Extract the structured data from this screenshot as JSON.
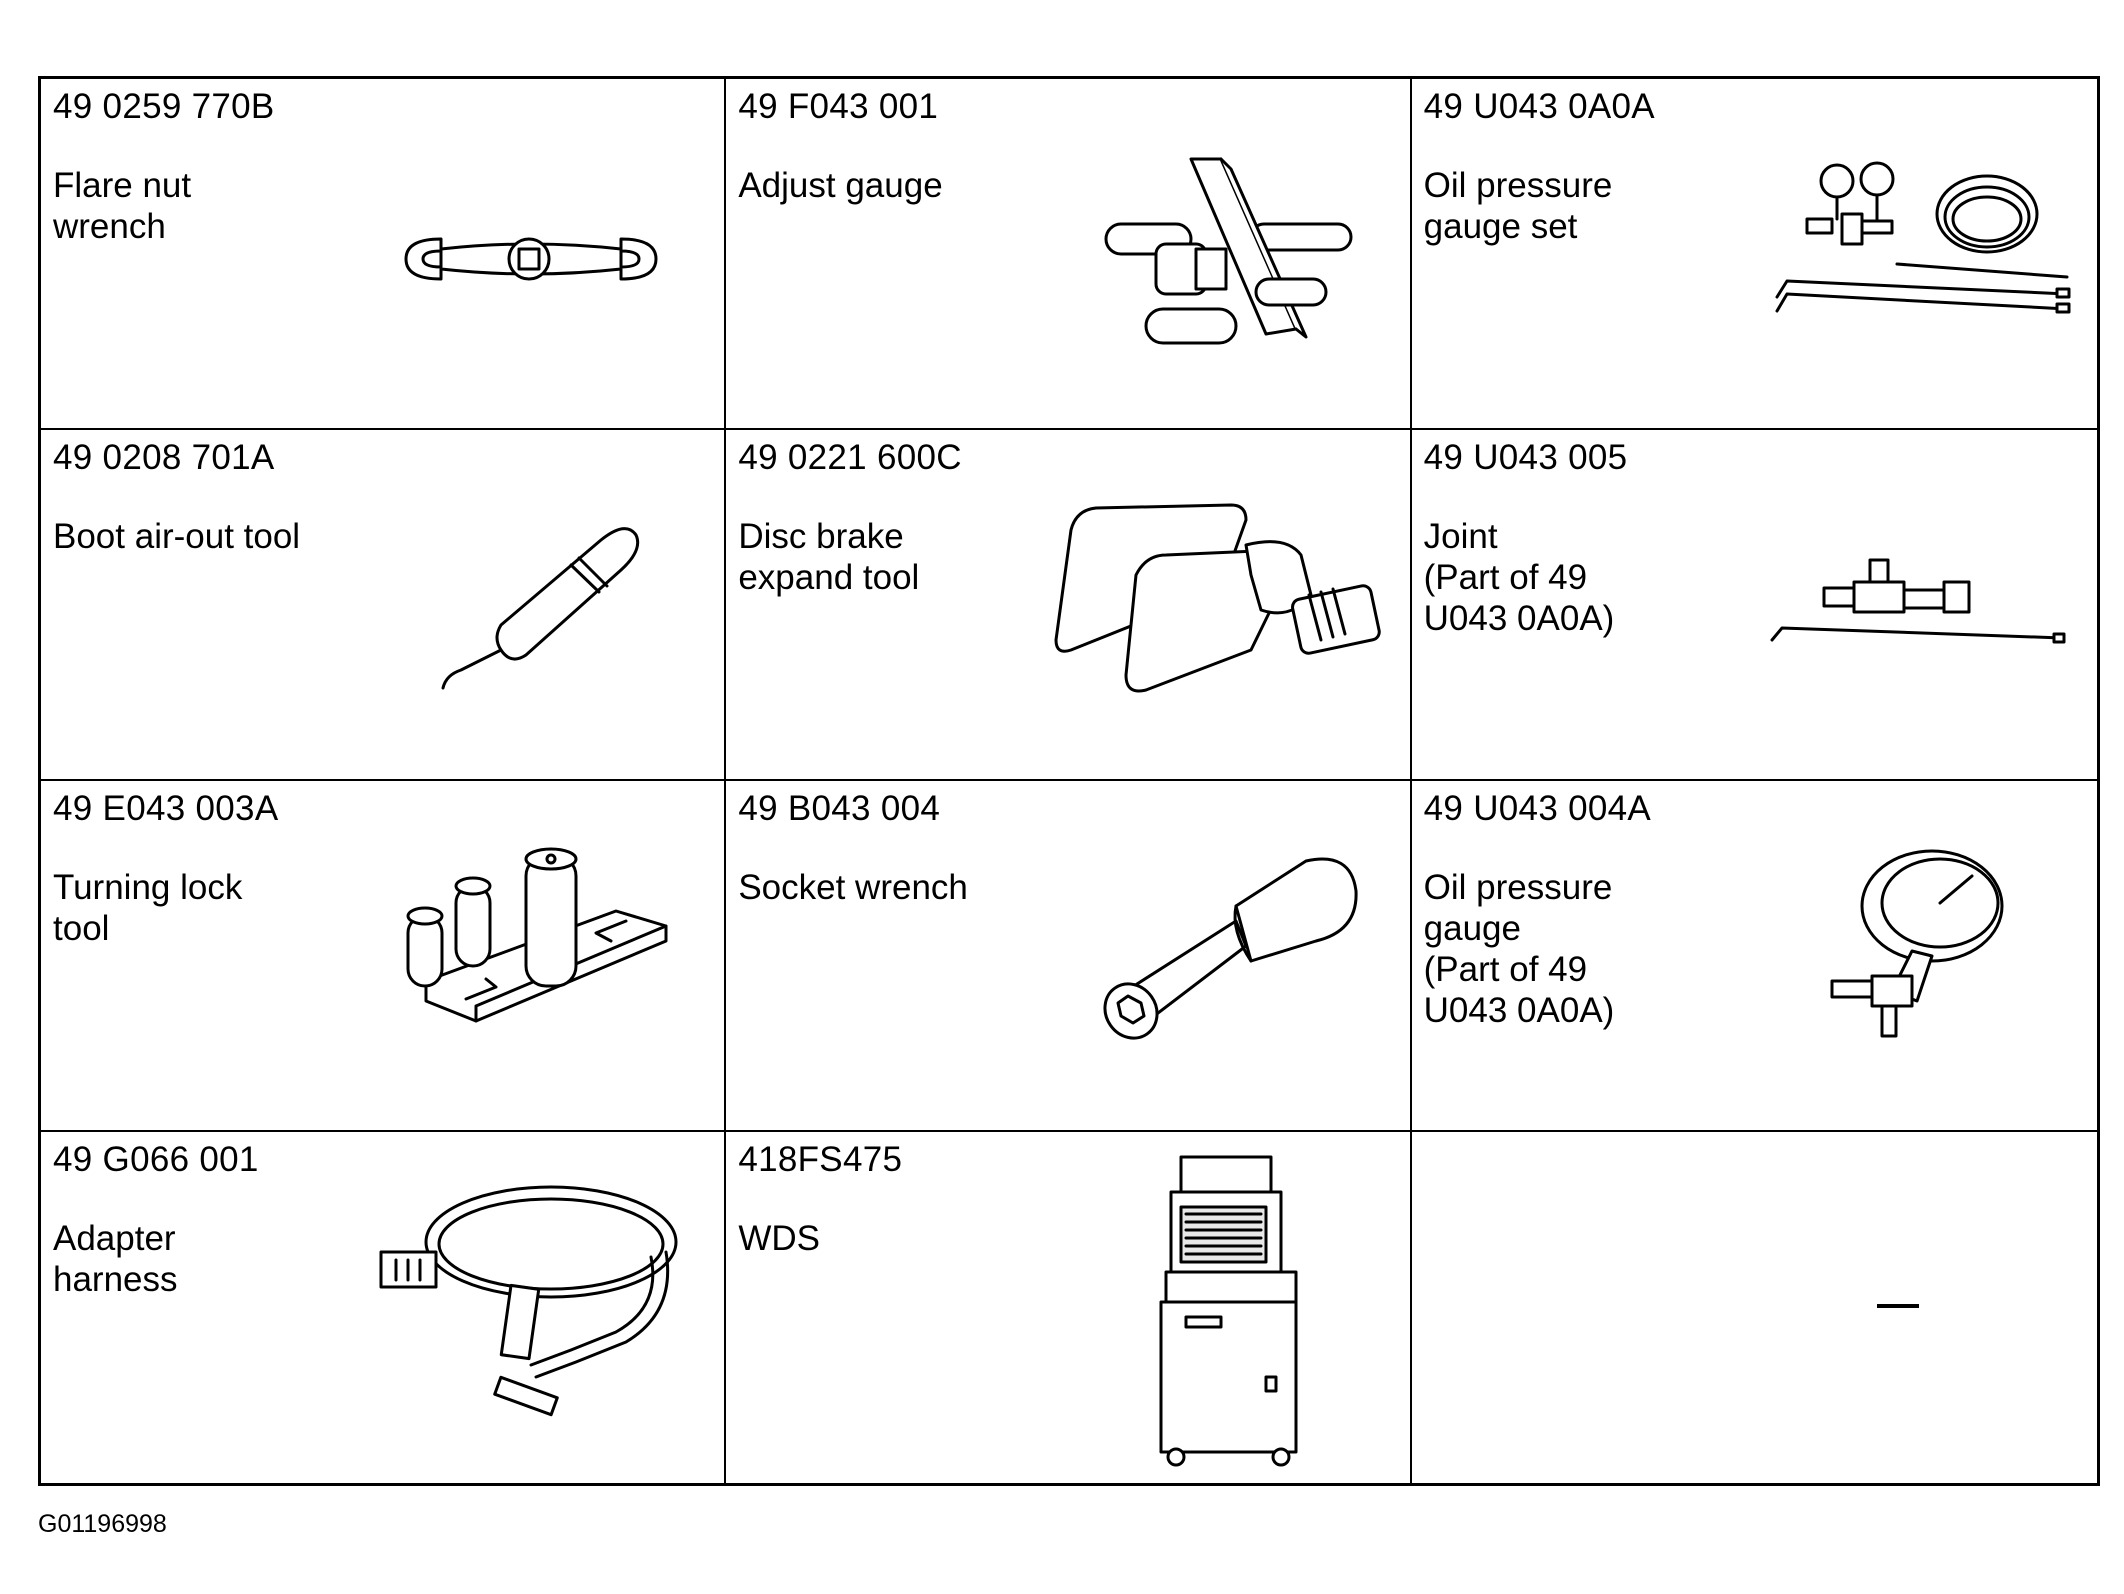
{
  "tools": [
    {
      "part_number": "49 0259 770B",
      "name": "Flare nut\nwrench",
      "icon": "flare-nut-wrench-icon"
    },
    {
      "part_number": "49 F043 001",
      "name": "Adjust gauge",
      "icon": "adjust-gauge-icon"
    },
    {
      "part_number": "49 U043 0A0A",
      "name": "Oil pressure\ngauge set",
      "icon": "oil-pressure-gauge-set-icon"
    },
    {
      "part_number": "49 0208 701A",
      "name": "Boot air-out tool",
      "icon": "boot-air-out-tool-icon"
    },
    {
      "part_number": "49 0221 600C",
      "name": "Disc brake\nexpand tool",
      "icon": "disc-brake-expand-tool-icon"
    },
    {
      "part_number": "49 U043 005",
      "name": "Joint\n(Part of  49\nU043 0A0A)",
      "icon": "joint-icon"
    },
    {
      "part_number": "49 E043 003A",
      "name": "Turning lock\ntool",
      "icon": "turning-lock-tool-icon"
    },
    {
      "part_number": "49 B043 004",
      "name": "Socket wrench",
      "icon": "socket-wrench-icon"
    },
    {
      "part_number": "49 U043 004A",
      "name": "Oil pressure\ngauge\n(Part of  49\nU043 0A0A)",
      "icon": "oil-pressure-gauge-icon"
    },
    {
      "part_number": "49 G066 001",
      "name": "Adapter\nharness",
      "icon": "adapter-harness-icon"
    },
    {
      "part_number": "418FS475",
      "name": "WDS",
      "icon": "wds-cart-icon"
    },
    {
      "part_number": "",
      "name": "",
      "icon": "dash-mark-icon"
    }
  ],
  "figure_id": "G01196998"
}
